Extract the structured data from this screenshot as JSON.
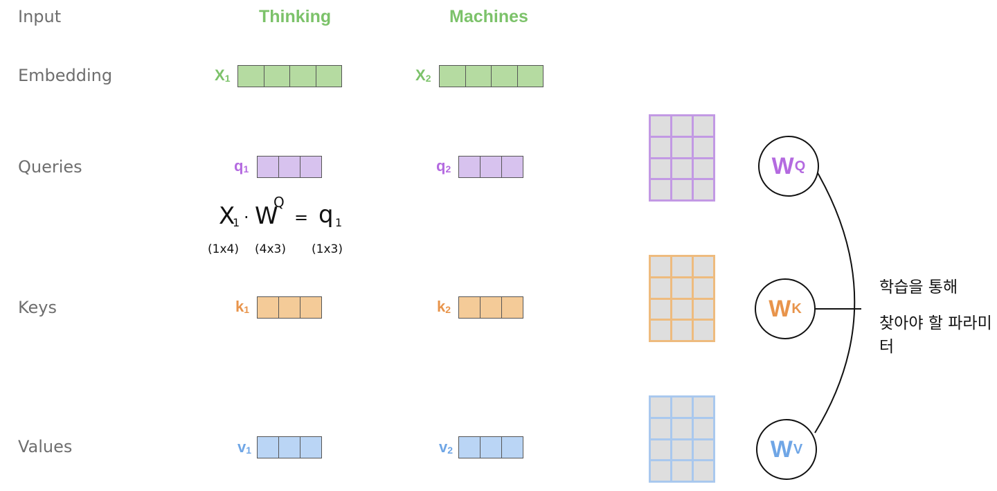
{
  "rows": {
    "input": "Input",
    "embedding": "Embedding",
    "queries": "Queries",
    "keys": "Keys",
    "values": "Values"
  },
  "words": [
    "Thinking",
    "Machines"
  ],
  "vectors": {
    "x1": {
      "base": "X",
      "sub": "1"
    },
    "x2": {
      "base": "X",
      "sub": "2"
    },
    "q1": {
      "base": "q",
      "sub": "1"
    },
    "q2": {
      "base": "q",
      "sub": "2"
    },
    "k1": {
      "base": "k",
      "sub": "1"
    },
    "k2": {
      "base": "k",
      "sub": "2"
    },
    "v1": {
      "base": "v",
      "sub": "1"
    },
    "v2": {
      "base": "v",
      "sub": "2"
    }
  },
  "weights": {
    "wq": {
      "base": "W",
      "sup": "Q"
    },
    "wk": {
      "base": "W",
      "sup": "K"
    },
    "wv": {
      "base": "W",
      "sup": "V"
    }
  },
  "annotation": {
    "x_term": "X",
    "x_sub": "1",
    "dot": "·",
    "w_term": "W",
    "w_sup": "Q",
    "equals": "=",
    "q_term": "q",
    "q_sub": "1",
    "dim_x": "(1x4)",
    "dim_w": "(4x3)",
    "dim_q": "(1x3)"
  },
  "note": {
    "line1": "학습을 통해",
    "line2": "찾아야 할 파라미터"
  },
  "colors": {
    "green": "#7cc26a",
    "purple": "#b46ae0",
    "orange": "#e8944b",
    "blue": "#6fa6e6",
    "label_gray": "#6e6e6e"
  }
}
